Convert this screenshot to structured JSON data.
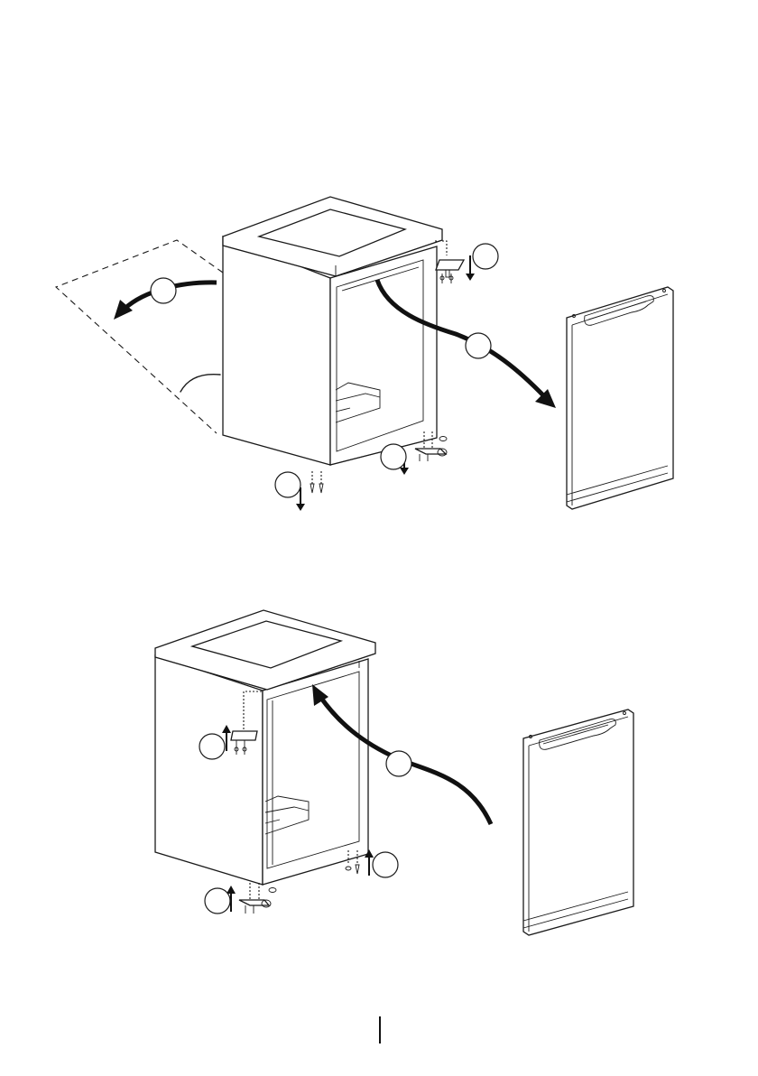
{
  "diagram": {
    "top_figure": {
      "step_badges": [
        {
          "id": "hinge-top-remove",
          "label": ""
        },
        {
          "id": "door-remove",
          "label": ""
        },
        {
          "id": "cabinet-turn",
          "label": ""
        },
        {
          "id": "hinge-bottom-remove",
          "label": ""
        },
        {
          "id": "pin-bottom-remove",
          "label": ""
        }
      ]
    },
    "bottom_figure": {
      "step_badges": [
        {
          "id": "hinge-top-install",
          "label": ""
        },
        {
          "id": "door-install",
          "label": ""
        },
        {
          "id": "pin-bottom-install",
          "label": ""
        },
        {
          "id": "hinge-bottom-install",
          "label": ""
        }
      ]
    }
  }
}
